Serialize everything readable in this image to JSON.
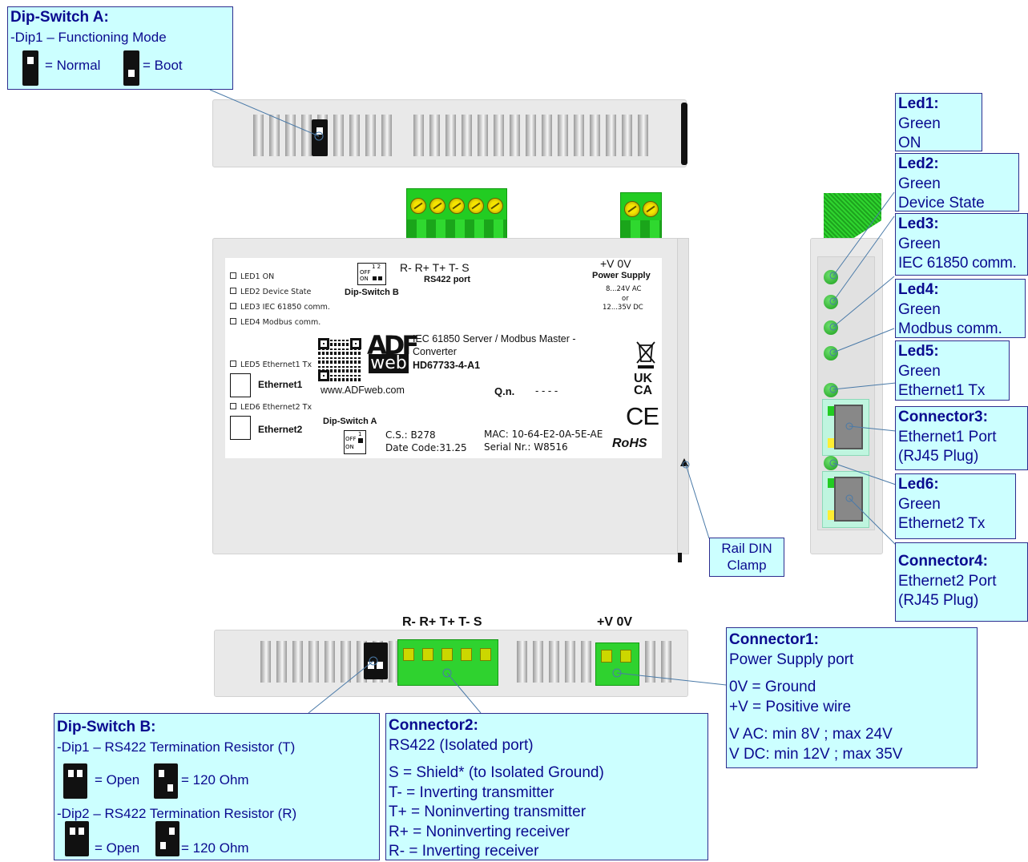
{
  "dipA": {
    "title": "Dip-Switch A:",
    "line1": "-Dip1 – Functioning Mode",
    "normal": "= Normal",
    "boot": "= Boot"
  },
  "dipB": {
    "title": "Dip-Switch B:",
    "dip1": "-Dip1 – RS422 Termination Resistor (T)",
    "dip2": "-Dip2 – RS422 Termination Resistor (R)",
    "open": "= Open",
    "ohm": "= 120 Ohm"
  },
  "connector2": {
    "title": "Connector2:",
    "lines": [
      "RS422 (Isolated port)",
      "S = Shield* (to Isolated Ground)",
      "T- = Inverting transmitter",
      "T+ = Noninverting transmitter",
      "R+ = Noninverting receiver",
      "R- = Inverting receiver"
    ]
  },
  "connector1": {
    "title": "Connector1:",
    "lines": [
      "Power Supply port",
      "0V = Ground",
      "+V = Positive wire",
      "V AC: min 8V ; max 24V",
      "V DC: min 12V ; max 35V"
    ]
  },
  "leds": [
    {
      "title": "Led1:",
      "color": "Green",
      "desc": "ON"
    },
    {
      "title": "Led2:",
      "color": "Green",
      "desc": "Device State"
    },
    {
      "title": "Led3:",
      "color": "Green",
      "desc": "IEC 61850 comm."
    },
    {
      "title": "Led4:",
      "color": "Green",
      "desc": "Modbus comm."
    },
    {
      "title": "Led5:",
      "color": "Green",
      "desc": "Ethernet1 Tx"
    },
    {
      "title": "Led6:",
      "color": "Green",
      "desc": "Ethernet2 Tx"
    }
  ],
  "connector3": {
    "title": "Connector3:",
    "line1": "Ethernet1 Port",
    "line2": "(RJ45 Plug)"
  },
  "connector4": {
    "title": "Connector4:",
    "line1": "Ethernet2 Port",
    "line2": "(RJ45 Plug)"
  },
  "rail": {
    "line1": "Rail DIN",
    "line2": "Clamp"
  },
  "device": {
    "led_labels": [
      "LED1 ON",
      "LED2 Device State",
      "LED3 IEC 61850 comm.",
      "LED4 Modbus comm.",
      "LED5 Ethernet1 Tx",
      "LED6 Ethernet2 Tx"
    ],
    "ethernet1": "Ethernet1",
    "ethernet2": "Ethernet2",
    "dipswitch_b": "Dip-Switch B",
    "dipswitch_a": "Dip-Switch A",
    "rs422_pins": "R-  R+  T+  T-  S",
    "rs422_port": "RS422 port",
    "ps_pins": "+V   0V",
    "ps_title": "Power Supply",
    "ps_ac": "8...24V AC",
    "ps_or": "or",
    "ps_dc": "12...35V DC",
    "product_line1": "IEC 61850 Server / Modbus Master -",
    "product_line2": "Converter",
    "product_code": "HD67733-4-A1",
    "website": "www.ADFweb.com",
    "qn_label": "Q.n.",
    "qn_value": "- - - -",
    "cs": "C.S.: B278",
    "date_code": "Date Code:31.25",
    "mac": "MAC: 10-64-E2-0A-5E-AE",
    "serial": "Serial Nr.: W8516",
    "logo_top": "ADF",
    "logo_bottom": "web",
    "ukca_top": "UK",
    "ukca_bottom": "CA",
    "ce": "CE",
    "rohs": "RoHS",
    "dip_off": "OFF",
    "dip_on": "ON",
    "dip_nums": "1 2",
    "dip_one": "1"
  },
  "bottom": {
    "rs422_pins": "R- R+ T+ T- S",
    "ps_pins": "+V 0V"
  },
  "colors": {
    "callout_bg": "#ccffff",
    "callout_text": "#0a0a8f",
    "led_green": "#22aa22",
    "connector_green": "#33cc33"
  }
}
